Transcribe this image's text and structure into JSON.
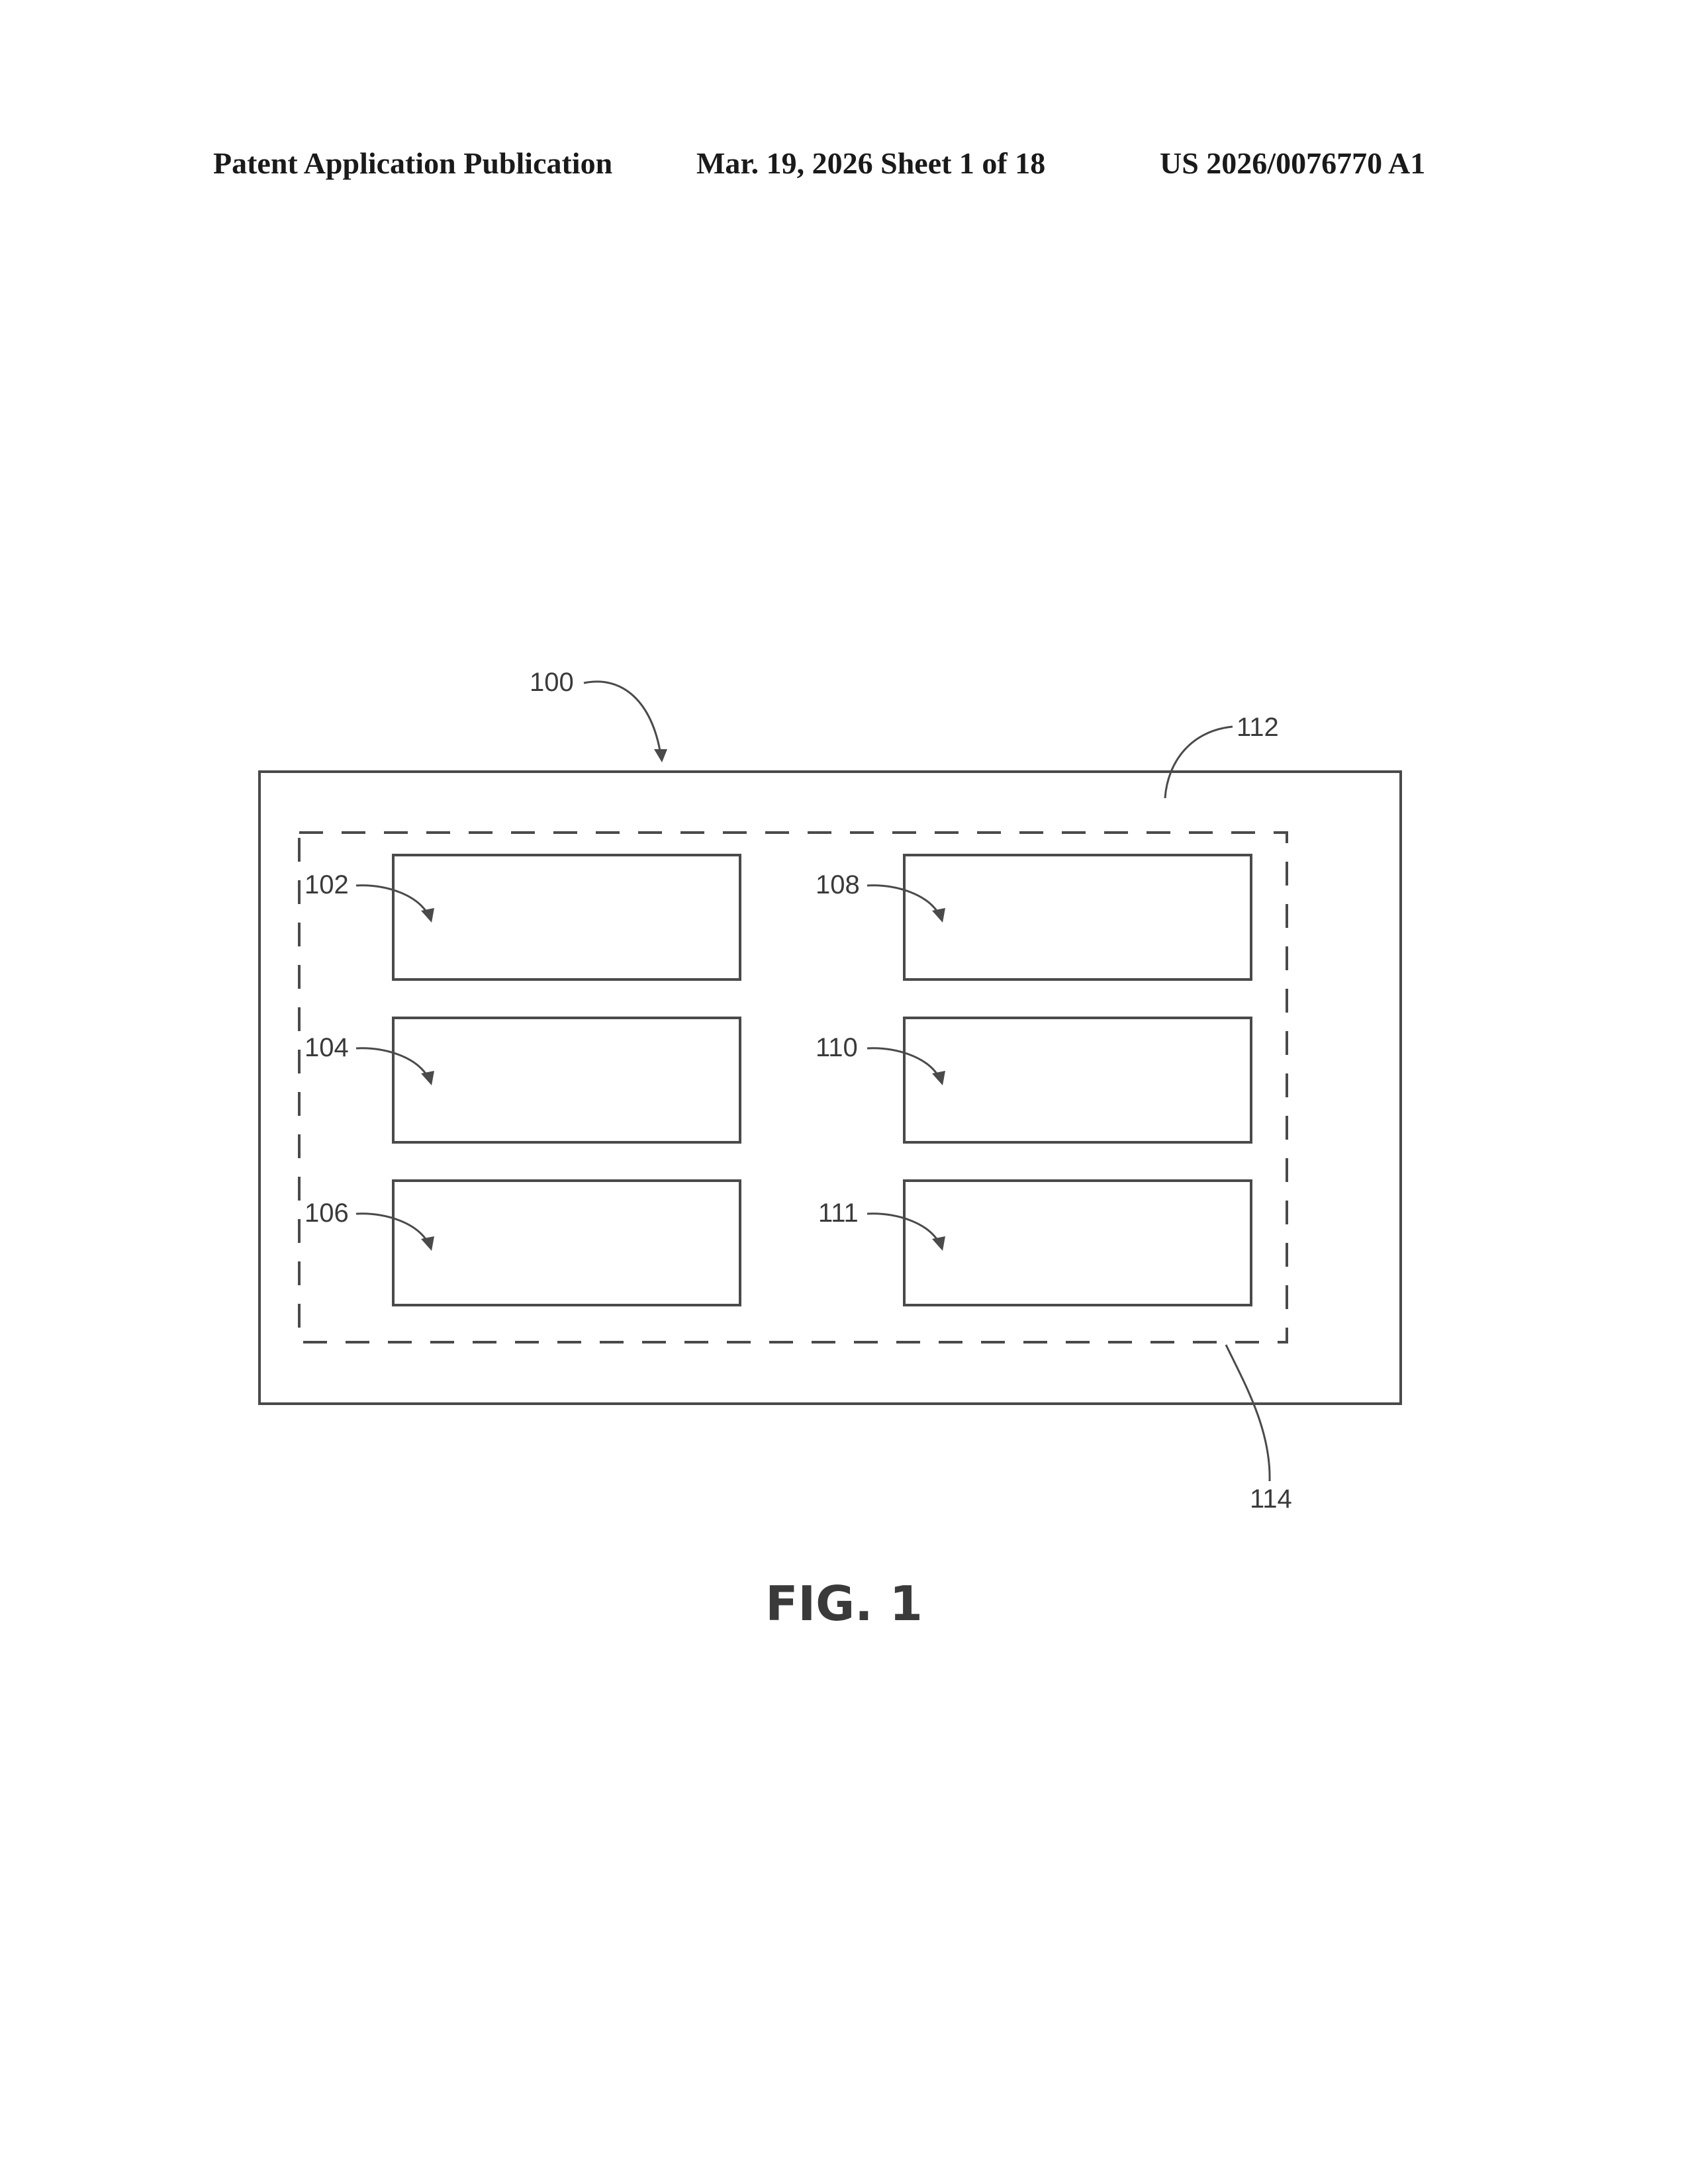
{
  "header": {
    "left": "Patent Application Publication",
    "middle": "Mar. 19, 2026  Sheet 1 of 18",
    "right": "US 2026/0076770 A1"
  },
  "figure": {
    "caption": "FIG. 1",
    "references": {
      "overall": "100",
      "outer_region": "112",
      "inner_region": "114",
      "blocks": [
        "102",
        "104",
        "106",
        "108",
        "110",
        "111"
      ]
    }
  }
}
